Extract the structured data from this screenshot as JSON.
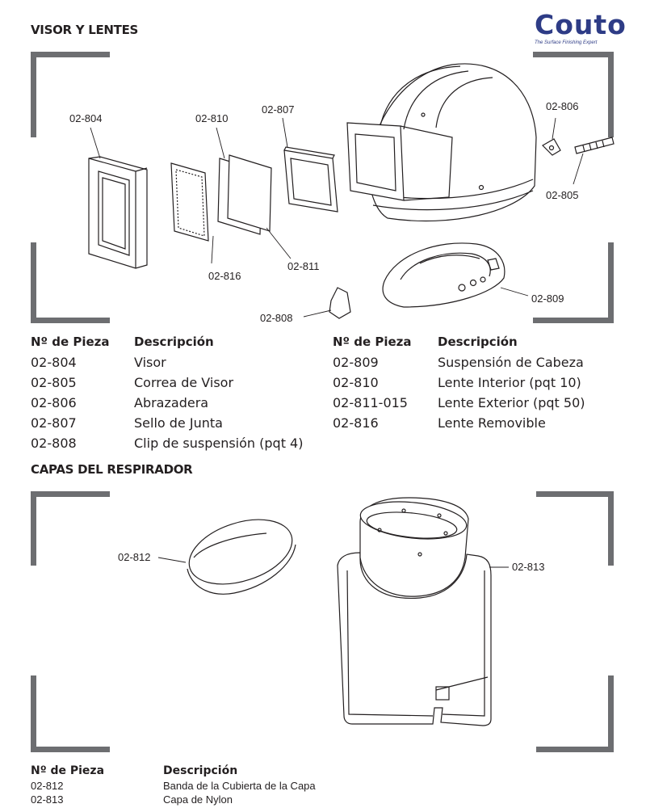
{
  "brand": {
    "name": "Couto",
    "tagline": "The Surface Finishing Expert"
  },
  "section1": {
    "title": "VISOR Y LENTES",
    "callouts": [
      "02-804",
      "02-810",
      "02-807",
      "02-806",
      "02-805",
      "02-816",
      "02-811",
      "02-808",
      "02-809"
    ],
    "table": {
      "headers": {
        "part": "Nº de Pieza",
        "description": "Descripción"
      },
      "left_rows": [
        {
          "part": "02-804",
          "description": "Visor"
        },
        {
          "part": "02-805",
          "description": "Correa de Visor"
        },
        {
          "part": "02-806",
          "description": "Abrazadera"
        },
        {
          "part": "02-807",
          "description": "Sello de Junta"
        },
        {
          "part": "02-808",
          "description": "Clip de suspensión (pqt 4)"
        }
      ],
      "right_rows": [
        {
          "part": "02-809",
          "description": "Suspensión de Cabeza"
        },
        {
          "part": "02-810",
          "description": "Lente Interior (pqt 10)"
        },
        {
          "part": "02-811-015",
          "description": "Lente Exterior (pqt 50)"
        },
        {
          "part": "02-816",
          "description": "Lente Removible"
        }
      ]
    }
  },
  "section2": {
    "title": "CAPAS DEL RESPIRADOR",
    "callouts": [
      "02-812",
      "02-813"
    ],
    "table": {
      "headers": {
        "part": "Nº de Pieza",
        "description": "Descripción"
      },
      "rows": [
        {
          "part": "02-812",
          "description": "Banda de la Cubierta de la Capa"
        },
        {
          "part": "02-813",
          "description": "Capa de Nylon"
        }
      ]
    }
  }
}
